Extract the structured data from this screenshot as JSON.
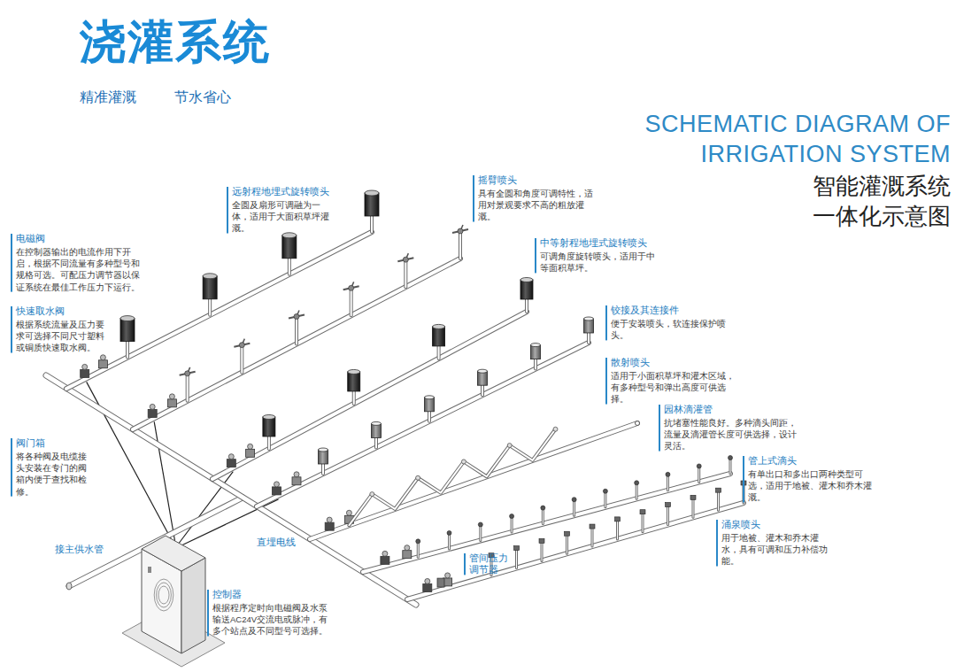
{
  "diagram": {
    "title": "浇灌系统",
    "labels": [
      "精准灌溉",
      "节水省心",
      "SCHEMATIC DIAGRAM OF IRRIGATION SYSTEM",
      "智能灌溉系统 一体化示意图",
      "远射程地埋式旋转喷头",
      "全圆及扇形可调融为一体，适用于大面积草坪灌溉。",
      "摇臂喷头",
      "具有全圆和角度可调特性，适用对景观要求不高的粗放灌溉。",
      "电磁阀",
      "在控制器输出的电流作用下开启，根据不同流量有多种型号和规格可选。可配压力调节器以保证系统在最佳工作压力下运行。",
      "中等射程地埋式旋转喷头",
      "可调角度旋转喷头，适用于中等面积草坪。",
      "快速取水阀",
      "根据系统流量及压力要求可选择不同尺寸塑料或铜质快速取水阀。",
      "铰接及其连接件",
      "便于安装喷头，软连接保护喷头。",
      "散射喷头",
      "适用于小面积草坪和灌木区域，有多种型号和弹出高度可供选择。",
      "园林滴灌管",
      "抗堵塞性能良好。多种滴头间距，流量及滴灌管长度可供选择，设计灵活。",
      "阀门箱",
      "将各种阀及电缆接头安装在专门的阀箱内便于查找和检修。",
      "管上式滴头",
      "有单出口和多出口两种类型可选，适用于地被、灌木和乔木灌溉。",
      "直埋电线",
      "管间压力 调节器",
      "涌泉喷头",
      "用于地被、灌木和乔木灌水，具有可调和压力补偿功能。",
      "接主供水管",
      "控制器",
      "根据程序定时向电磁阀及水泵输送AC24V交流电或脉冲，有多个站点及不同型号可选择。"
    ]
  }
}
